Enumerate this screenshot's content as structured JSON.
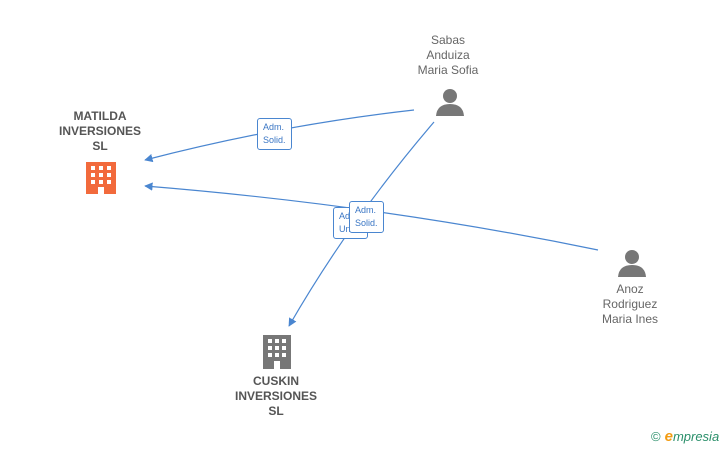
{
  "nodes": {
    "matilda": {
      "lines": [
        "MATILDA",
        "INVERSIONES",
        "SL"
      ],
      "icon": "building-icon",
      "color": "#f26a3c"
    },
    "cuskin": {
      "lines": [
        "CUSKIN",
        "INVERSIONES",
        "SL"
      ],
      "icon": "building-icon",
      "color": "#777777"
    },
    "sabas": {
      "lines": [
        "Sabas",
        "Anduiza",
        "Maria Sofia"
      ],
      "icon": "person-icon",
      "color": "#777777"
    },
    "anoz": {
      "lines": [
        "Anoz",
        "Rodriguez",
        "Maria Ines"
      ],
      "icon": "person-icon",
      "color": "#777777"
    }
  },
  "edges": [
    {
      "from": "sabas",
      "to": "matilda",
      "label_lines": [
        "Adm.",
        "Solid."
      ]
    },
    {
      "from": "sabas",
      "to": "cuskin",
      "label_lines": [
        "Adm.",
        "Solid."
      ]
    },
    {
      "from": "anoz",
      "to": "matilda",
      "label_lines": [
        "Adm.",
        "Unico"
      ]
    }
  ],
  "colors": {
    "edge": "#4a86d0"
  },
  "brand": {
    "copyright": "©",
    "name_first": "e",
    "name_rest": "mpresia"
  }
}
